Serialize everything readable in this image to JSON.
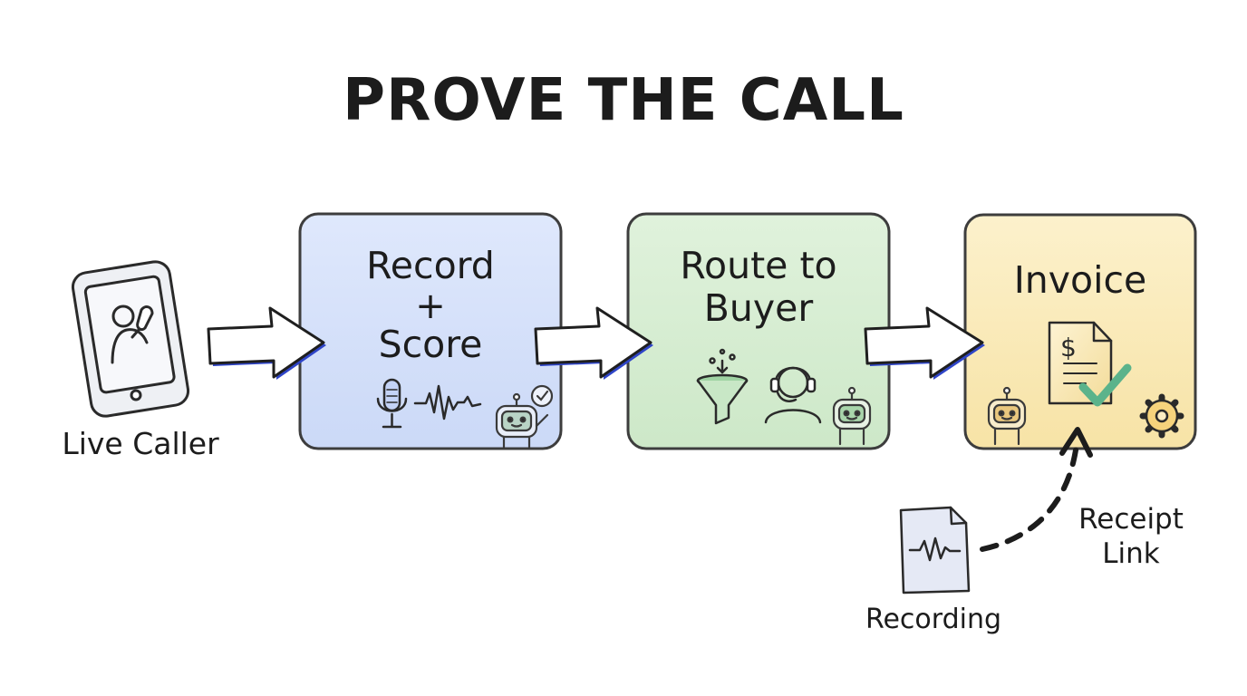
{
  "title": "PROVE THE CALL",
  "caller": {
    "label": "Live Caller",
    "icon": "phone-caller-icon"
  },
  "steps": [
    {
      "title": "Record",
      "plus": "+",
      "subtitle": "Score",
      "fill": "#d7e3fb",
      "icons": [
        "microphone-icon",
        "waveform-icon",
        "robot-icon",
        "checkmark-badge-icon"
      ]
    },
    {
      "line1": "Route to",
      "line2": "Buyer",
      "fill": "#d9efd5",
      "icons": [
        "funnel-icon",
        "headset-agent-icon",
        "robot-icon"
      ]
    },
    {
      "title": "Invoice",
      "fill": "#fbedc2",
      "icons": [
        "invoice-document-icon",
        "dollar-sign-icon",
        "checkmark-icon",
        "robot-icon",
        "gear-icon"
      ]
    }
  ],
  "recording": {
    "label": "Recording",
    "icon": "audio-file-icon"
  },
  "receipt_link": {
    "line1": "Receipt",
    "line2": "Link"
  },
  "colors": {
    "arrow_outline": "#2f45c8",
    "box_border": "#3d3d3d",
    "record_box": "#d7e3fb",
    "route_box": "#d9efd5",
    "invoice_box": "#fbedc2"
  }
}
